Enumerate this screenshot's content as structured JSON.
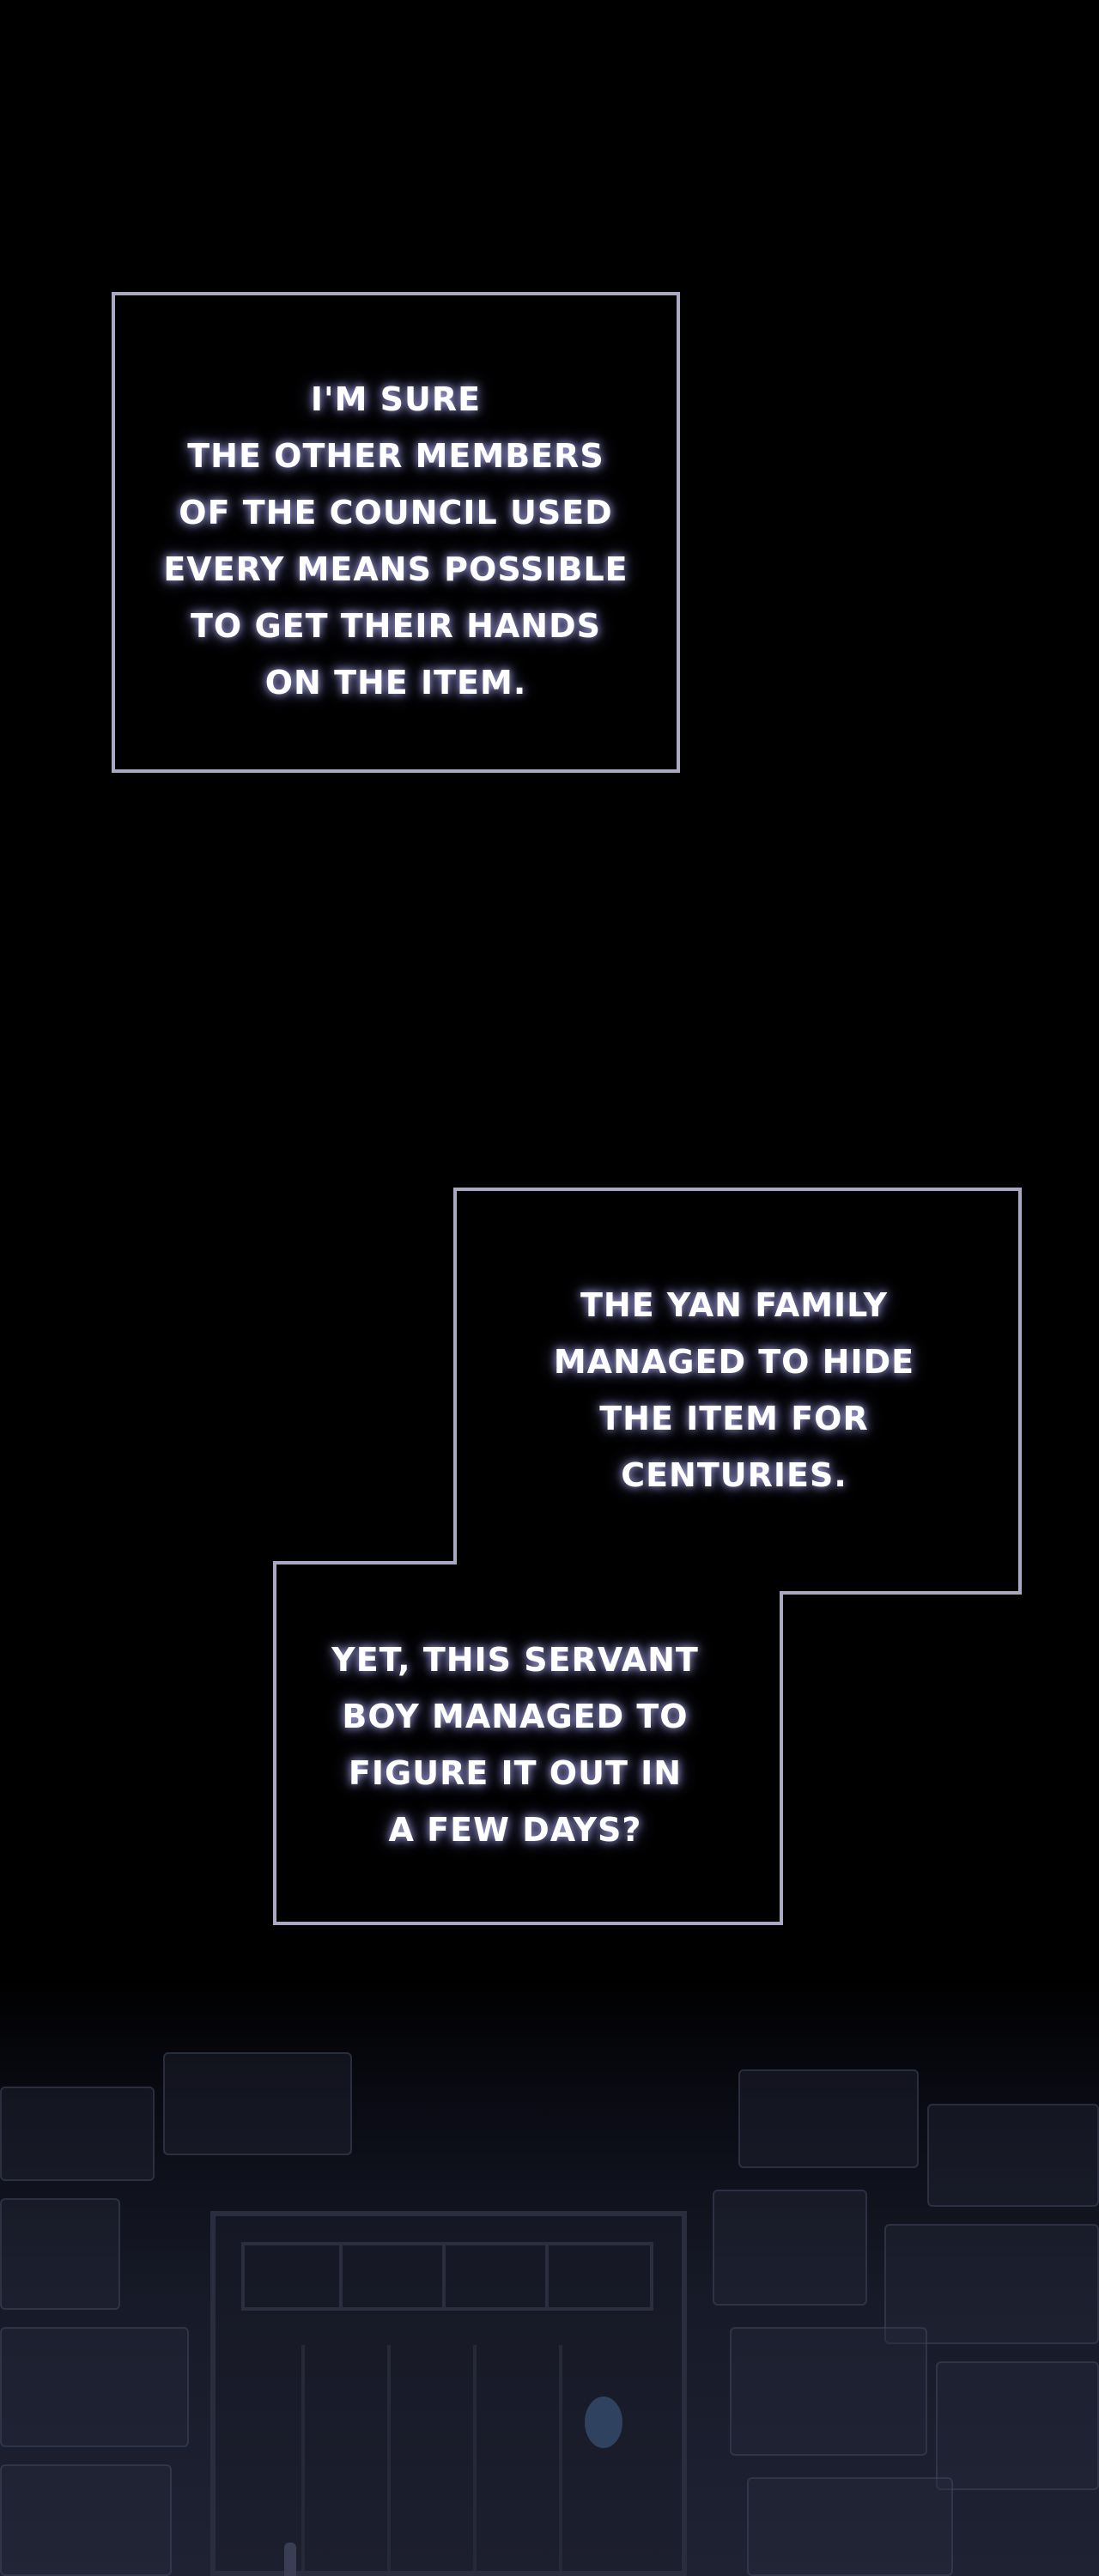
{
  "captions": [
    {
      "id": "caption-1",
      "lines": [
        "I'M SURE",
        "THE OTHER MEMBERS",
        "OF THE COUNCIL USED",
        "EVERY MEANS POSSIBLE",
        "TO GET THEIR HANDS",
        "ON THE ITEM."
      ]
    },
    {
      "id": "caption-2",
      "lines": [
        "THE YAN FAMILY",
        "MANAGED TO HIDE",
        "THE ITEM FOR",
        "CENTURIES."
      ]
    },
    {
      "id": "caption-3",
      "lines": [
        "YET, THIS SERVANT",
        "BOY MANAGED TO",
        "FIGURE IT OUT IN",
        "A FEW DAYS?"
      ]
    }
  ],
  "colors": {
    "background": "#000000",
    "caption_border": "#a9a9c4",
    "caption_text": "#ffffff",
    "text_glow": "#b4b4ff"
  },
  "scene": {
    "description_icons": [
      "stone-wall",
      "wooden-door-icon"
    ]
  }
}
